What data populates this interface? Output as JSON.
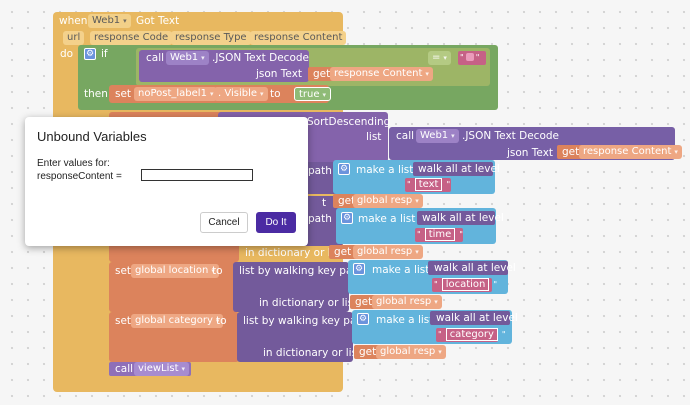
{
  "event": {
    "when": "when",
    "component": "Web1",
    "event_name": "Got Text",
    "params": [
      "url",
      "response Code",
      "response Type",
      "response Content"
    ],
    "do": "do"
  },
  "if_block": {
    "label": "if",
    "then": "then",
    "call_label": "call",
    "component": "Web1",
    "method": ".JSON Text Decode",
    "arg_label": "json Text",
    "get": "get",
    "get_var": "response Content",
    "compare_op": "=",
    "text_value": ""
  },
  "set_visible": {
    "set": "set",
    "component": "noPost_label1",
    "prop": ". Visible",
    "to": "to",
    "value": "true"
  },
  "sort_row": {
    "method": "SortDescending",
    "list_label": "list",
    "call_label": "call",
    "component": "Web1",
    "decode": ".JSON Text Decode",
    "json_text": "json Text",
    "get": "get",
    "var": "response Content"
  },
  "rows": [
    {
      "path_tail": "path",
      "make_list": "make a list",
      "walk": "walk all at level",
      "text": "text"
    },
    {
      "dict_label": "t",
      "get": "get",
      "var": "global resp",
      "path_tail": "path",
      "make_list": "make a list",
      "walk": "walk all at level",
      "text": "time"
    },
    {
      "dict_label": "in dictionary or list",
      "get": "get",
      "var": "global resp"
    },
    {
      "set": "set",
      "var": "global location",
      "to": "to",
      "walk_path": "list by walking key path",
      "make_list": "make a list",
      "walk": "walk all at level",
      "text": "location",
      "dict_label": "in dictionary or list",
      "get": "get",
      "get_var": "global resp"
    },
    {
      "set": "set",
      "var": "global category",
      "to": "to",
      "walk_path": "list by walking key path",
      "make_list": "make a list",
      "walk": "walk all at level",
      "text": "category",
      "dict_label": "in dictionary or list",
      "get": "get",
      "get_var": "global resp"
    }
  ],
  "call_view": {
    "call": "call",
    "proc": "viewList"
  },
  "dialog": {
    "title": "Unbound Variables",
    "prompt": "Enter values for:",
    "field_label": "responseContent =",
    "field_value": "",
    "cancel": "Cancel",
    "do_it": "Do It"
  },
  "colors": {
    "event": "#e1a12b",
    "control": "#4a8a2c",
    "variable": "#d05a26",
    "list": "#5b2f8f",
    "dict": "#2e9bd0",
    "text": "#b32d5e",
    "primary_button": "#4b2ba3"
  }
}
